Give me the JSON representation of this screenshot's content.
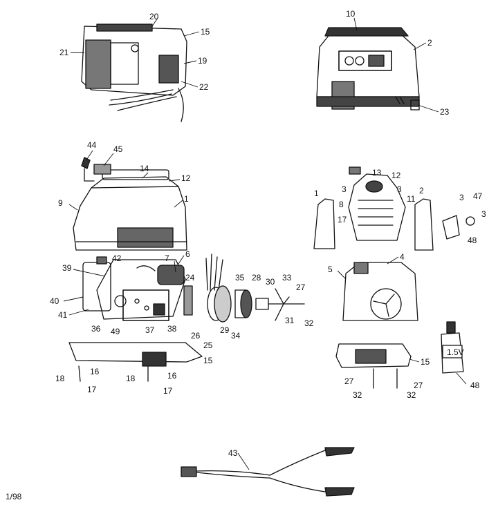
{
  "diagram": {
    "footer_code": "1/98",
    "callouts": {
      "c20": "20",
      "c15a": "15",
      "c21": "21",
      "c19": "19",
      "c22": "22",
      "c10": "10",
      "c2a": "2",
      "c23": "23",
      "c44": "44",
      "c45": "45",
      "c14": "14",
      "c12a": "12",
      "c1a": "1",
      "c9": "9",
      "c13": "13",
      "c12b": "12",
      "c3a": "3",
      "c3b": "3",
      "c11": "11",
      "c8": "8",
      "c1b": "1",
      "c2b": "2",
      "c17a": "17",
      "c3c": "3",
      "c47": "47",
      "c3d": "3",
      "c48a": "48",
      "c42": "42",
      "c7": "7",
      "c6": "6",
      "c39": "39",
      "c40": "40",
      "c41": "41",
      "c36": "36",
      "c49": "49",
      "c37": "37",
      "c38": "38",
      "c24": "24",
      "c26": "26",
      "c25": "25",
      "c29": "29",
      "c34": "34",
      "c35": "35",
      "c28": "28",
      "c30": "30",
      "c33": "33",
      "c27a": "27",
      "c31": "31",
      "c32a": "32",
      "c4": "4",
      "c5": "5",
      "c15b": "15",
      "c18a": "18",
      "c16a": "16",
      "c17b": "17",
      "c18b": "18",
      "c16b": "16",
      "c17c": "17",
      "c15c": "15",
      "c27b": "27",
      "c32b": "32",
      "c27c": "27",
      "c32c": "32",
      "c48b": "48",
      "c43": "43"
    },
    "bottle_label": "1.5V"
  }
}
